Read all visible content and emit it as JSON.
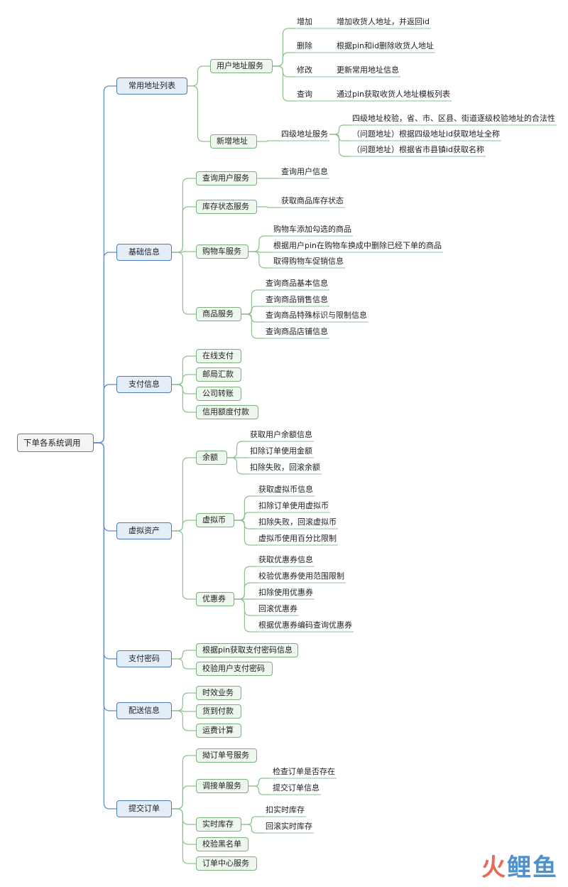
{
  "root": "下单各系统调用",
  "sections": {
    "addr": {
      "label": "常用地址列表",
      "user_addr": {
        "label": "用户地址服务",
        "ops": [
          {
            "op": "增加",
            "desc": "增加收货人地址，并返回id"
          },
          {
            "op": "删除",
            "desc": "根据pin和id删除收货人地址"
          },
          {
            "op": "修改",
            "desc": "更新常用地址信息"
          },
          {
            "op": "查询",
            "desc": "通过pin获取收货人地址模板列表"
          }
        ]
      },
      "new_addr": {
        "label": "新增地址",
        "service": "四级地址服务",
        "items": [
          "四级地址校验，省、市、区县、街道逐级校验地址的合法性",
          "（问题地址）根据四级地址id获取地址全称",
          "（问题地址）根据省市县镇id获取名称"
        ]
      }
    },
    "basic": {
      "label": "基础信息",
      "user_query": {
        "label": "查询用户服务",
        "items": [
          "查询用户信息"
        ]
      },
      "stock": {
        "label": "库存状态服务",
        "items": [
          "获取商品库存状态"
        ]
      },
      "cart": {
        "label": "购物车服务",
        "items": [
          "购物车添加勾选的商品",
          "根据用户pin在购物车换成中删除已经下单的商品",
          "取得购物车促销信息"
        ]
      },
      "goods": {
        "label": "商品服务",
        "items": [
          "查询商品基本信息",
          "查询商品销售信息",
          "查询商品特殊标识与限制信息",
          "查询商品店铺信息"
        ]
      }
    },
    "pay": {
      "label": "支付信息",
      "items": [
        "在线支付",
        "邮局汇款",
        "公司转账",
        "信用额度付款"
      ]
    },
    "virtual": {
      "label": "虚拟资产",
      "balance": {
        "label": "余额",
        "items": [
          "获取用户余额信息",
          "扣除订单使用金额",
          "扣除失败，回滚余额"
        ]
      },
      "vcoin": {
        "label": "虚拟币",
        "items": [
          "获取虚拟币信息",
          "扣除订单使用虚拟币",
          "扣除失败，回滚虚拟币",
          "虚拟币使用百分比限制"
        ]
      },
      "coupon": {
        "label": "优惠券",
        "items": [
          "获取优惠券信息",
          "校验优惠券使用范围限制",
          "扣除使用优惠券",
          "回滚优惠券",
          "根据优惠券编码查询优惠券"
        ]
      }
    },
    "paypwd": {
      "label": "支付密码",
      "items": [
        "根据pin获取支付密码信息",
        "校验用户支付密码"
      ]
    },
    "delivery": {
      "label": "配送信息",
      "items": [
        "时效业务",
        "货到付款",
        "运费计算"
      ]
    },
    "submit": {
      "label": "提交订单",
      "order_no": {
        "label": "拗订单号服务"
      },
      "dispatch": {
        "label": "调接单服务",
        "items": [
          "检查订单是否存在",
          "提交订单信息"
        ]
      },
      "realtime": {
        "label": "实时库存",
        "items": [
          "扣实时库存",
          "回滚实时库存"
        ]
      },
      "blacklist": {
        "label": "校验黑名单"
      },
      "center": {
        "label": "订单中心服务"
      }
    }
  },
  "watermark": {
    "left": "火",
    "right": "鲤鱼"
  },
  "colors": {
    "root_border": "#777777",
    "l1_fill": "#e4eef9",
    "l1_border": "#4b7ab4",
    "l2_fill": "#edf7ee",
    "l2_border": "#7cb07c",
    "link_blue": "#5b8ac4",
    "link_green": "#8fc08f"
  }
}
